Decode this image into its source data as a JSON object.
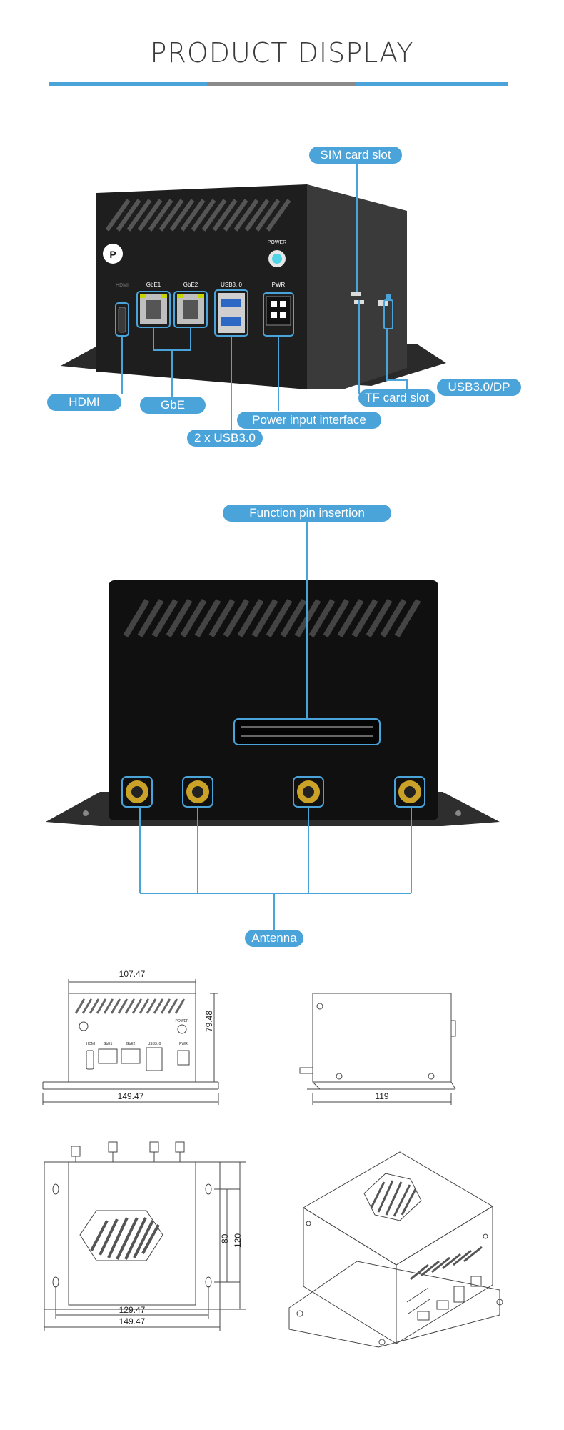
{
  "header": {
    "title": "PRODUCT DISPLAY",
    "accent_color": "#4aa3d9",
    "gray_color": "#8a8a8a"
  },
  "front_view": {
    "callouts": {
      "sim": "SIM card slot",
      "hdmi": "HDMI",
      "gbe": "GbE",
      "power_input": "Power input interface",
      "usb": "2 x USB3.0",
      "tf": "TF card slot",
      "usbdp": "USB3.0/DP"
    },
    "panel_labels": {
      "hdmi": "HDMI",
      "gbe1": "GbE1",
      "gbe2": "GbE2",
      "usb": "USB3. 0",
      "pwr": "PWR",
      "power": "POWER"
    }
  },
  "rear_view": {
    "callouts": {
      "pins": "Function pin insertion",
      "antenna": "Antenna"
    }
  },
  "dimensions": {
    "front_width": "107.47",
    "front_height": "79.48",
    "front_base": "149.47",
    "side_width": "119",
    "top_inner": "80",
    "top_outer": "120",
    "top_w1": "129.47",
    "top_w2": "149.47",
    "drawing_labels": {
      "hdmi": "HDMI",
      "gbe1": "GbE1",
      "gbe2": "GbE2",
      "usb": "USB3. 0",
      "pwr": "PWR",
      "power": "POWER"
    }
  }
}
